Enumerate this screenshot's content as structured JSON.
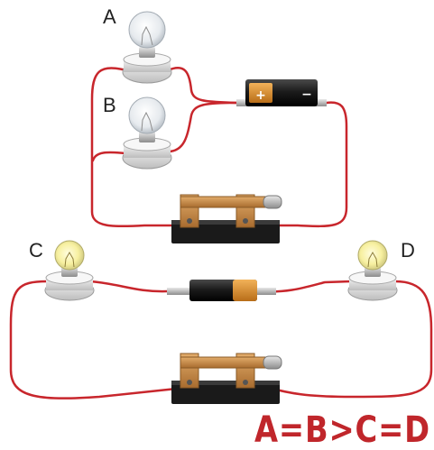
{
  "bulbs": {
    "a": {
      "label": "A"
    },
    "b": {
      "label": "B"
    },
    "c": {
      "label": "C"
    },
    "d": {
      "label": "D"
    }
  },
  "battery_top": {
    "plus_symbol": "+",
    "minus_symbol": "−"
  },
  "relation_text": "A=B>C=D",
  "colors": {
    "wire": "#c8262c",
    "battery_body": "#1c1c1c",
    "battery_cap": "#d98b2b",
    "switch_base": "#1a1a1a",
    "switch_wood": "#c9904f",
    "relation": "#c0262b"
  }
}
